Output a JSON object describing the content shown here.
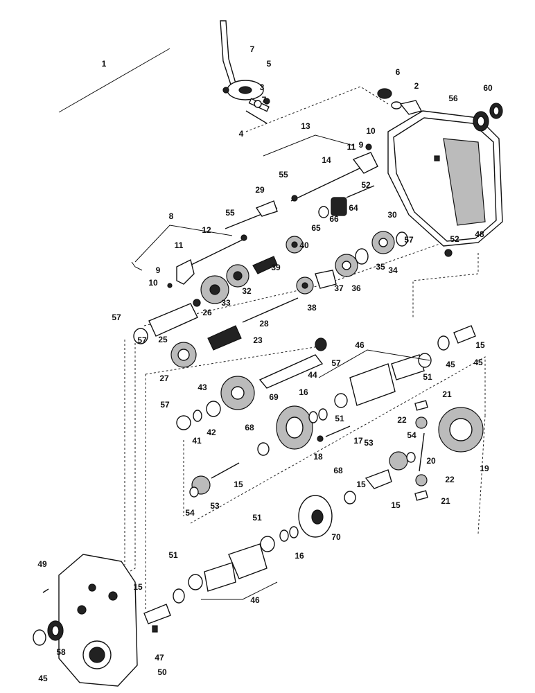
{
  "diagram": {
    "labels": [
      "1",
      "2",
      "3",
      "4",
      "5",
      "6",
      "7",
      "7",
      "8",
      "9",
      "9",
      "10",
      "10",
      "11",
      "11",
      "12",
      "13",
      "14",
      "15",
      "15",
      "15",
      "15",
      "15",
      "16",
      "16",
      "17",
      "18",
      "19",
      "20",
      "21",
      "21",
      "22",
      "22",
      "23",
      "25",
      "26",
      "27",
      "28",
      "29",
      "30",
      "32",
      "33",
      "34",
      "35",
      "36",
      "37",
      "38",
      "39",
      "40",
      "41",
      "42",
      "43",
      "44",
      "45",
      "45",
      "45",
      "46",
      "46",
      "47",
      "48",
      "49",
      "50",
      "51",
      "51",
      "51",
      "51",
      "52",
      "52",
      "53",
      "53",
      "54",
      "54",
      "55",
      "55",
      "56",
      "57",
      "57",
      "57",
      "57",
      "57",
      "58",
      "60",
      "64",
      "65",
      "66",
      "68",
      "68",
      "69",
      "70"
    ]
  }
}
